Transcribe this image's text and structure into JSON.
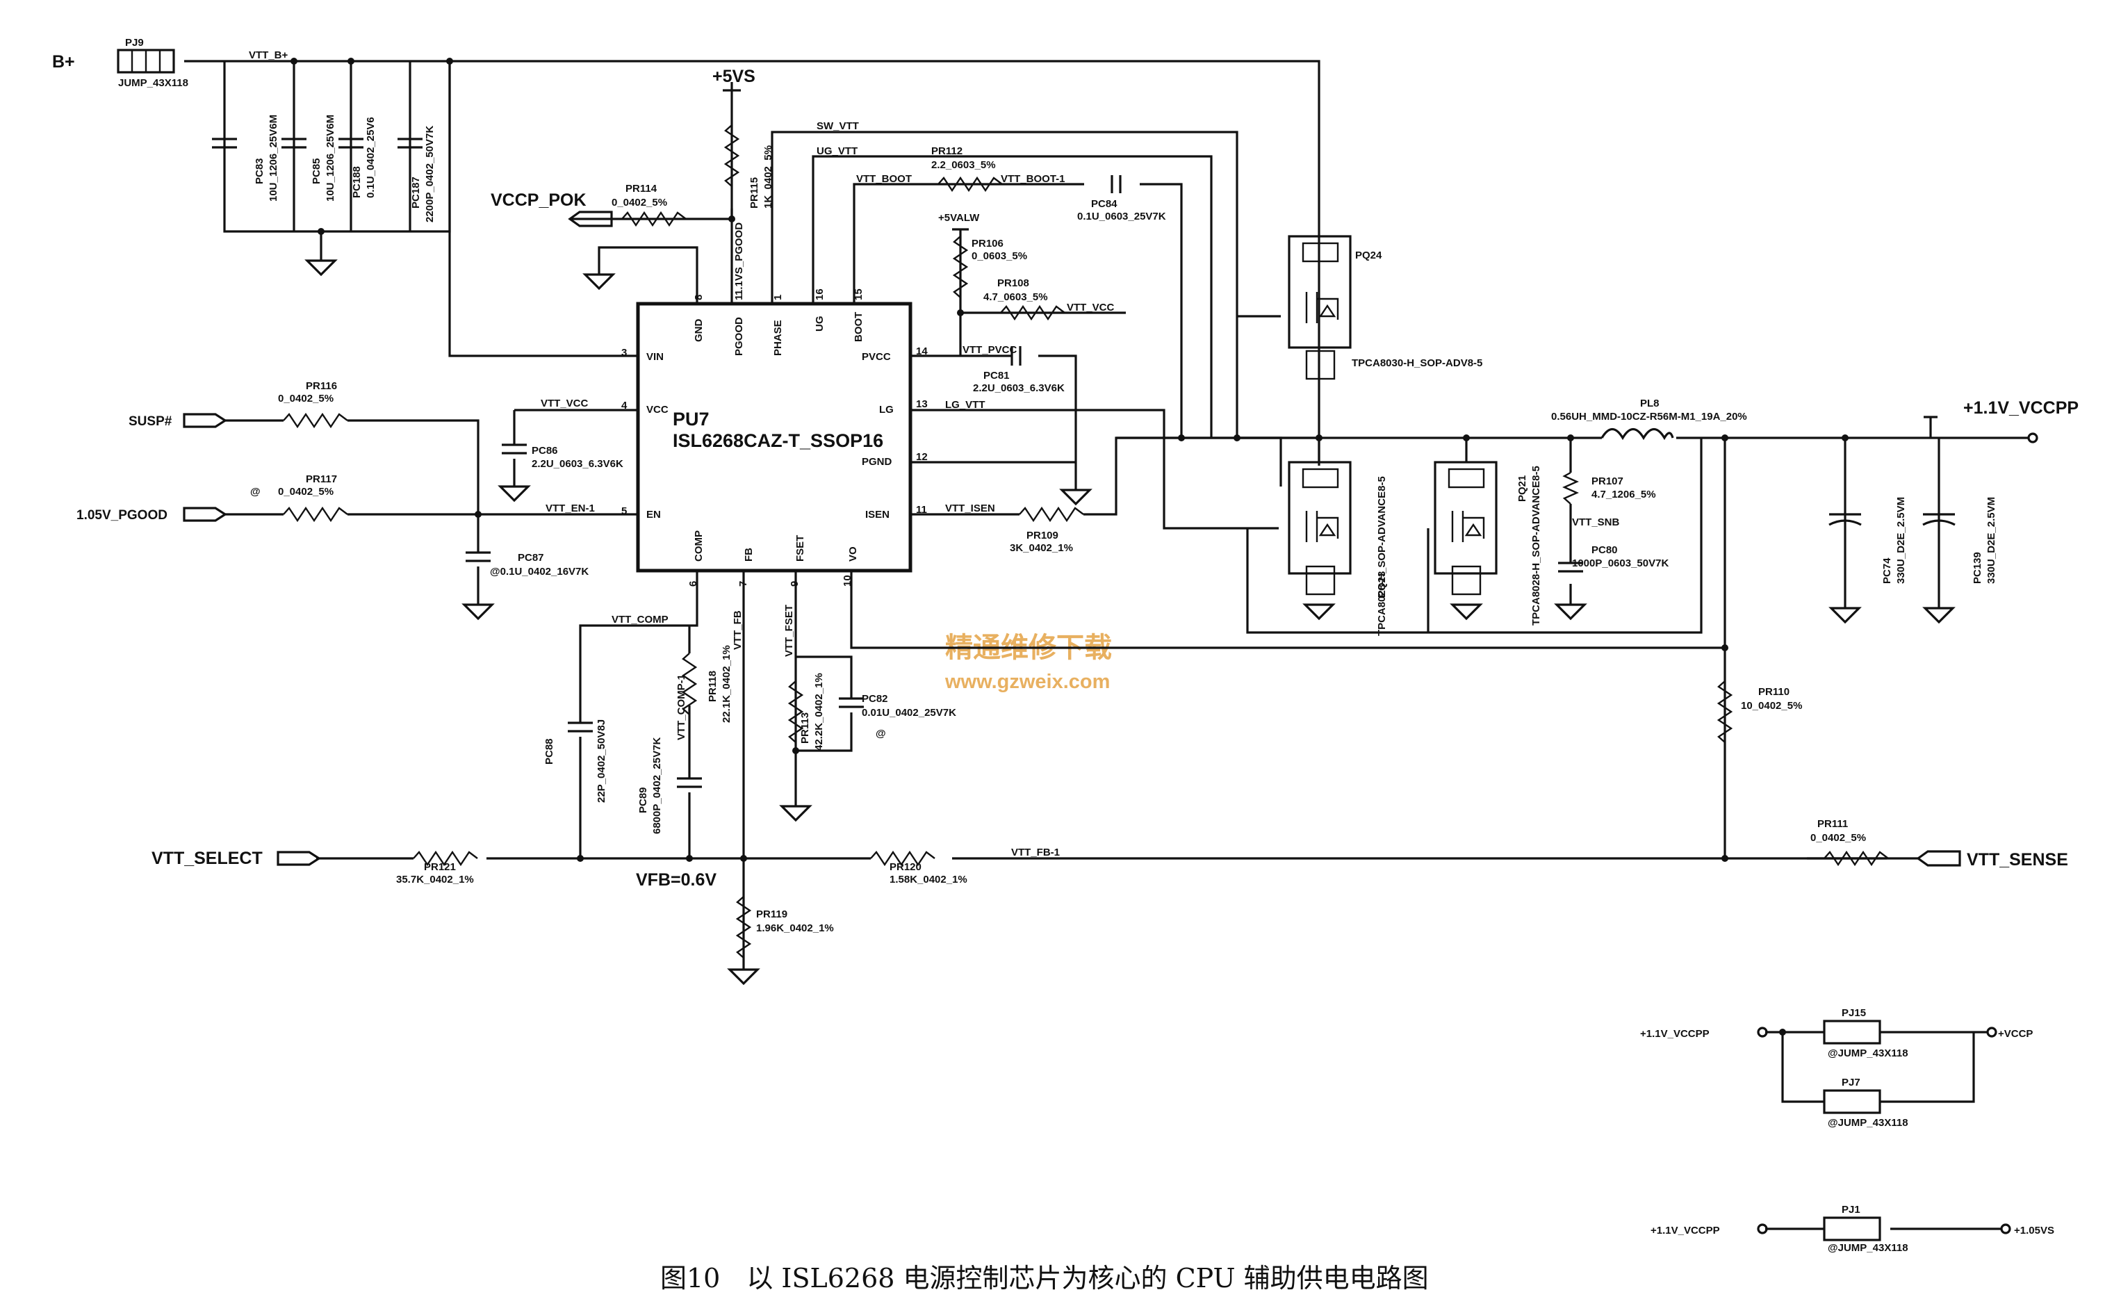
{
  "caption": "图10　以 ISL6268 电源控制芯片为核心的 CPU 辅助供电电路图",
  "watermark": {
    "line1": "精通维修下载",
    "line2": "www.gzweix.com",
    "color": "#e8b060"
  },
  "ic": {
    "ref": "PU7",
    "part": "ISL6268CAZ-T_SSOP16",
    "pins_left": [
      {
        "num": "3",
        "name": "VIN"
      },
      {
        "num": "4",
        "name": "VCC"
      },
      {
        "num": "5",
        "name": "EN"
      }
    ],
    "pins_top": [
      {
        "num": "8",
        "name": "GND"
      },
      {
        "num": "1",
        "name": "PGOOD"
      },
      {
        "num": "1",
        "name": "PHASE"
      },
      {
        "num": "16",
        "name": "UG"
      },
      {
        "num": "15",
        "name": "BOOT"
      }
    ],
    "pins_right": [
      {
        "num": "14",
        "name": "PVCC"
      },
      {
        "num": "13",
        "name": "LG"
      },
      {
        "num": "12",
        "name": "PGND"
      },
      {
        "num": "11",
        "name": "ISEN"
      }
    ],
    "pins_bottom": [
      {
        "num": "6",
        "name": "COMP"
      },
      {
        "num": "7",
        "name": "FB"
      },
      {
        "num": "9",
        "name": "FSET"
      },
      {
        "num": "10",
        "name": "VO"
      }
    ]
  },
  "ports": {
    "bplus": "B+",
    "vccp_pok": "VCCP_POK",
    "susp": "SUSP#",
    "pgood105": "1.05V_PGOOD",
    "vtt_select": "VTT_SELECT",
    "vtt_sense": "VTT_SENSE",
    "vccpp": "+1.1V_VCCPP",
    "p5vs": "+5VS",
    "p5valw": "+5VALW",
    "vfb": "VFB=0.6V",
    "at1": "@",
    "at2": "@"
  },
  "nets": {
    "vtt_bplus": "VTT_B+",
    "sw_vtt": "SW_VTT",
    "ug_vtt": "UG_VTT",
    "vtt_boot": "VTT_BOOT",
    "vtt_boot1": "VTT_BOOT-1",
    "vtt_vcc": "VTT_VCC",
    "vtt_vcc2": "VTT_VCC",
    "vtt_pvcc": "VTT_PVCC",
    "lg_vtt": "LG_VTT",
    "vtt_isen": "VTT_ISEN",
    "vtt_en1": "VTT_EN-1",
    "vtt_comp": "VTT_COMP",
    "vtt_comp1": "VTT_COMP-1",
    "vtt_fb": "VTT_FB",
    "vtt_fset": "VTT_FSET",
    "vtt_fb1": "VTT_FB-1",
    "vtt_snb": "VTT_SNB",
    "pgood_115": "1.1VS_PGOOD"
  },
  "parts": {
    "pj9": {
      "ref": "PJ9",
      "val": "JUMP_43X118"
    },
    "pc83": {
      "ref": "PC83",
      "val": "10U_1206_25V6M"
    },
    "pc85": {
      "ref": "PC85",
      "val": "10U_1206_25V6M"
    },
    "pc188": {
      "ref": "PC188",
      "val": "0.1U_0402_25V6"
    },
    "pc187": {
      "ref": "PC187",
      "val": "2200P_0402_50V7K"
    },
    "pr114": {
      "ref": "PR114",
      "val": "0_0402_5%"
    },
    "pr115": {
      "ref": "PR115",
      "val": "1K_0402_5%"
    },
    "pr112": {
      "ref": "PR112",
      "val": "2.2_0603_5%"
    },
    "pc84": {
      "ref": "PC84",
      "val": "0.1U_0603_25V7K"
    },
    "pr106": {
      "ref": "PR106",
      "val": "0_0603_5%"
    },
    "pr108": {
      "ref": "PR108",
      "val": "4.7_0603_5%"
    },
    "pc81": {
      "ref": "PC81",
      "val": "2.2U_0603_6.3V6K"
    },
    "pr116": {
      "ref": "PR116",
      "val": "0_0402_5%"
    },
    "pr117": {
      "ref": "PR117",
      "val": "0_0402_5%"
    },
    "pc86": {
      "ref": "PC86",
      "val": "2.2U_0603_6.3V6K"
    },
    "pc87": {
      "ref": "PC87",
      "val": "@0.1U_0402_16V7K"
    },
    "pr109": {
      "ref": "PR109",
      "val": "3K_0402_1%"
    },
    "pq24": {
      "ref": "PQ24",
      "val": "TPCA8030-H_SOP-ADV8-5"
    },
    "pq23": {
      "ref": "PQ23",
      "val": "TPCA8028-H_SOP-ADVANCE8-5"
    },
    "pq21": {
      "ref": "PQ21",
      "val": "TPCA8028-H_SOP-ADVANCE8-5"
    },
    "pl8": {
      "ref": "PL8",
      "val": "0.56UH_MMD-10CZ-R56M-M1_19A_20%"
    },
    "pr107": {
      "ref": "PR107",
      "val": "4.7_1206_5%"
    },
    "pc80": {
      "ref": "PC80",
      "val": "1000P_0603_50V7K"
    },
    "pc74": {
      "ref": "PC74",
      "val": "330U_D2E_2.5VM"
    },
    "pc139": {
      "ref": "PC139",
      "val": "330U_D2E_2.5VM"
    },
    "pr110": {
      "ref": "PR110",
      "val": "10_0402_5%"
    },
    "pr111": {
      "ref": "PR111",
      "val": "0_0402_5%"
    },
    "pr118": {
      "ref": "PR118",
      "val": "22.1K_0402_1%"
    },
    "pr113": {
      "ref": "PR113",
      "val": "42.2K_0402_1%"
    },
    "pc82": {
      "ref": "PC82",
      "val": "0.01U_0402_25V7K"
    },
    "pc88": {
      "ref": "PC88",
      "val": "22P_0402_50V8J"
    },
    "pc89": {
      "ref": "PC89",
      "val": "6800P_0402_25V7K"
    },
    "pr121": {
      "ref": "PR121",
      "val": "35.7K_0402_1%"
    },
    "pr120": {
      "ref": "PR120",
      "val": "1.58K_0402_1%"
    },
    "pr119": {
      "ref": "PR119",
      "val": "1.96K_0402_1%"
    },
    "pj15": {
      "ref": "PJ15",
      "val": "@JUMP_43X118"
    },
    "pj7": {
      "ref": "PJ7",
      "val": "@JUMP_43X118"
    },
    "pj1": {
      "ref": "PJ1",
      "val": "@JUMP_43X118"
    }
  },
  "jumpers": {
    "a_in": "+1.1V_VCCPP",
    "a_out": "+VCCP",
    "b_in": "+1.1V_VCCPP",
    "b_out": "+1.05VS"
  }
}
